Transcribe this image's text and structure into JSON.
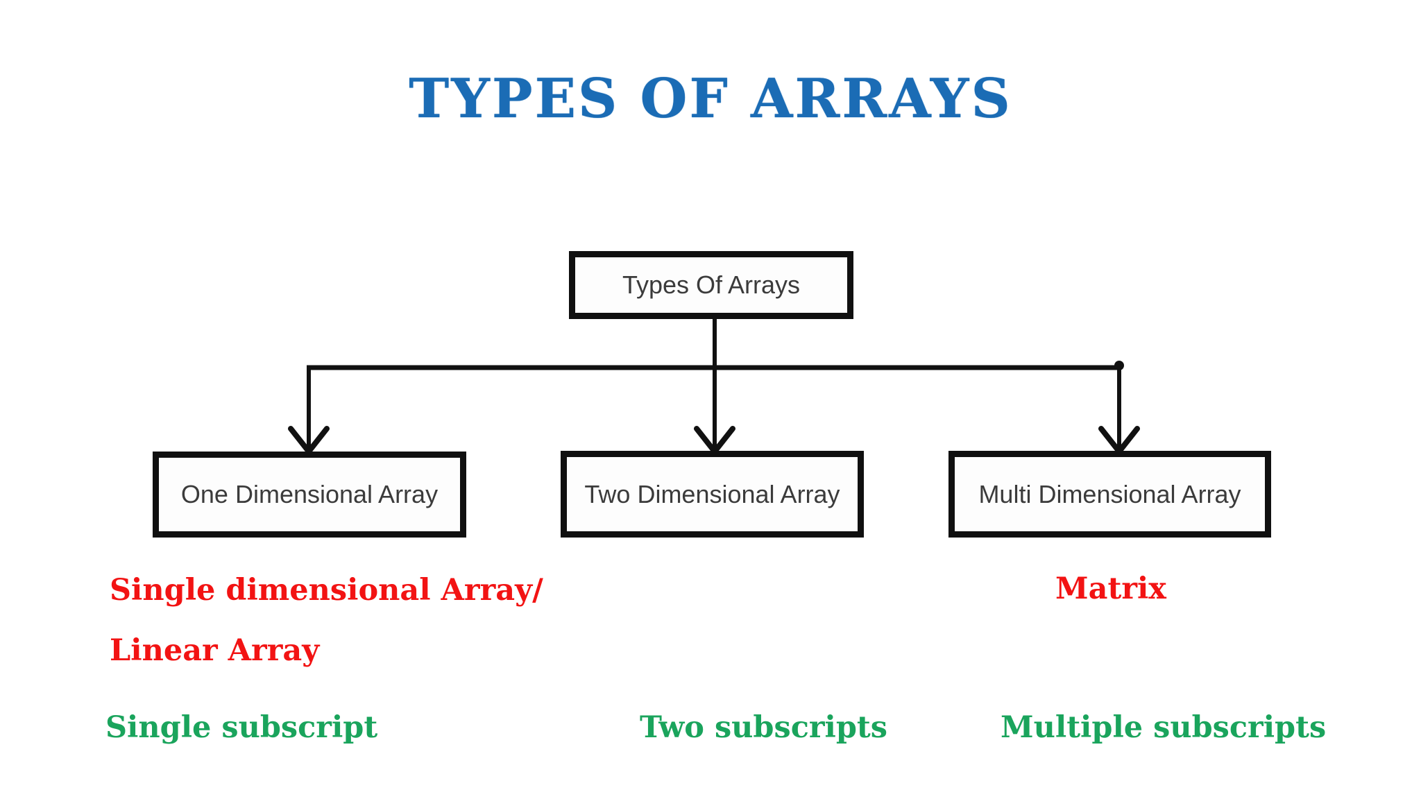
{
  "title": {
    "text": "TYPES OF ARRAYS",
    "color": "#1b6cb5"
  },
  "flowchart": {
    "root": {
      "label": "Types Of Arrays"
    },
    "children": [
      {
        "id": "one-dimensional",
        "label": "One Dimensional Array"
      },
      {
        "id": "two-dimensional",
        "label": "Two Dimensional Array"
      },
      {
        "id": "multi-dimensional",
        "label": "Multi Dimensional Array"
      }
    ],
    "box_border_color": "#101010",
    "box_text_color": "#3b3b3b",
    "connector_color": "#111111"
  },
  "annotations": {
    "red_color": "#f21313",
    "green_color": "#1aa45c",
    "one_dimensional_alias_line1": "Single dimensional Array/",
    "one_dimensional_alias_line2": "Linear Array",
    "multi_dimensional_alias": "Matrix",
    "subscripts": {
      "one_dimensional": "Single subscript",
      "two_dimensional": "Two subscripts",
      "multi_dimensional": "Multiple subscripts"
    }
  }
}
